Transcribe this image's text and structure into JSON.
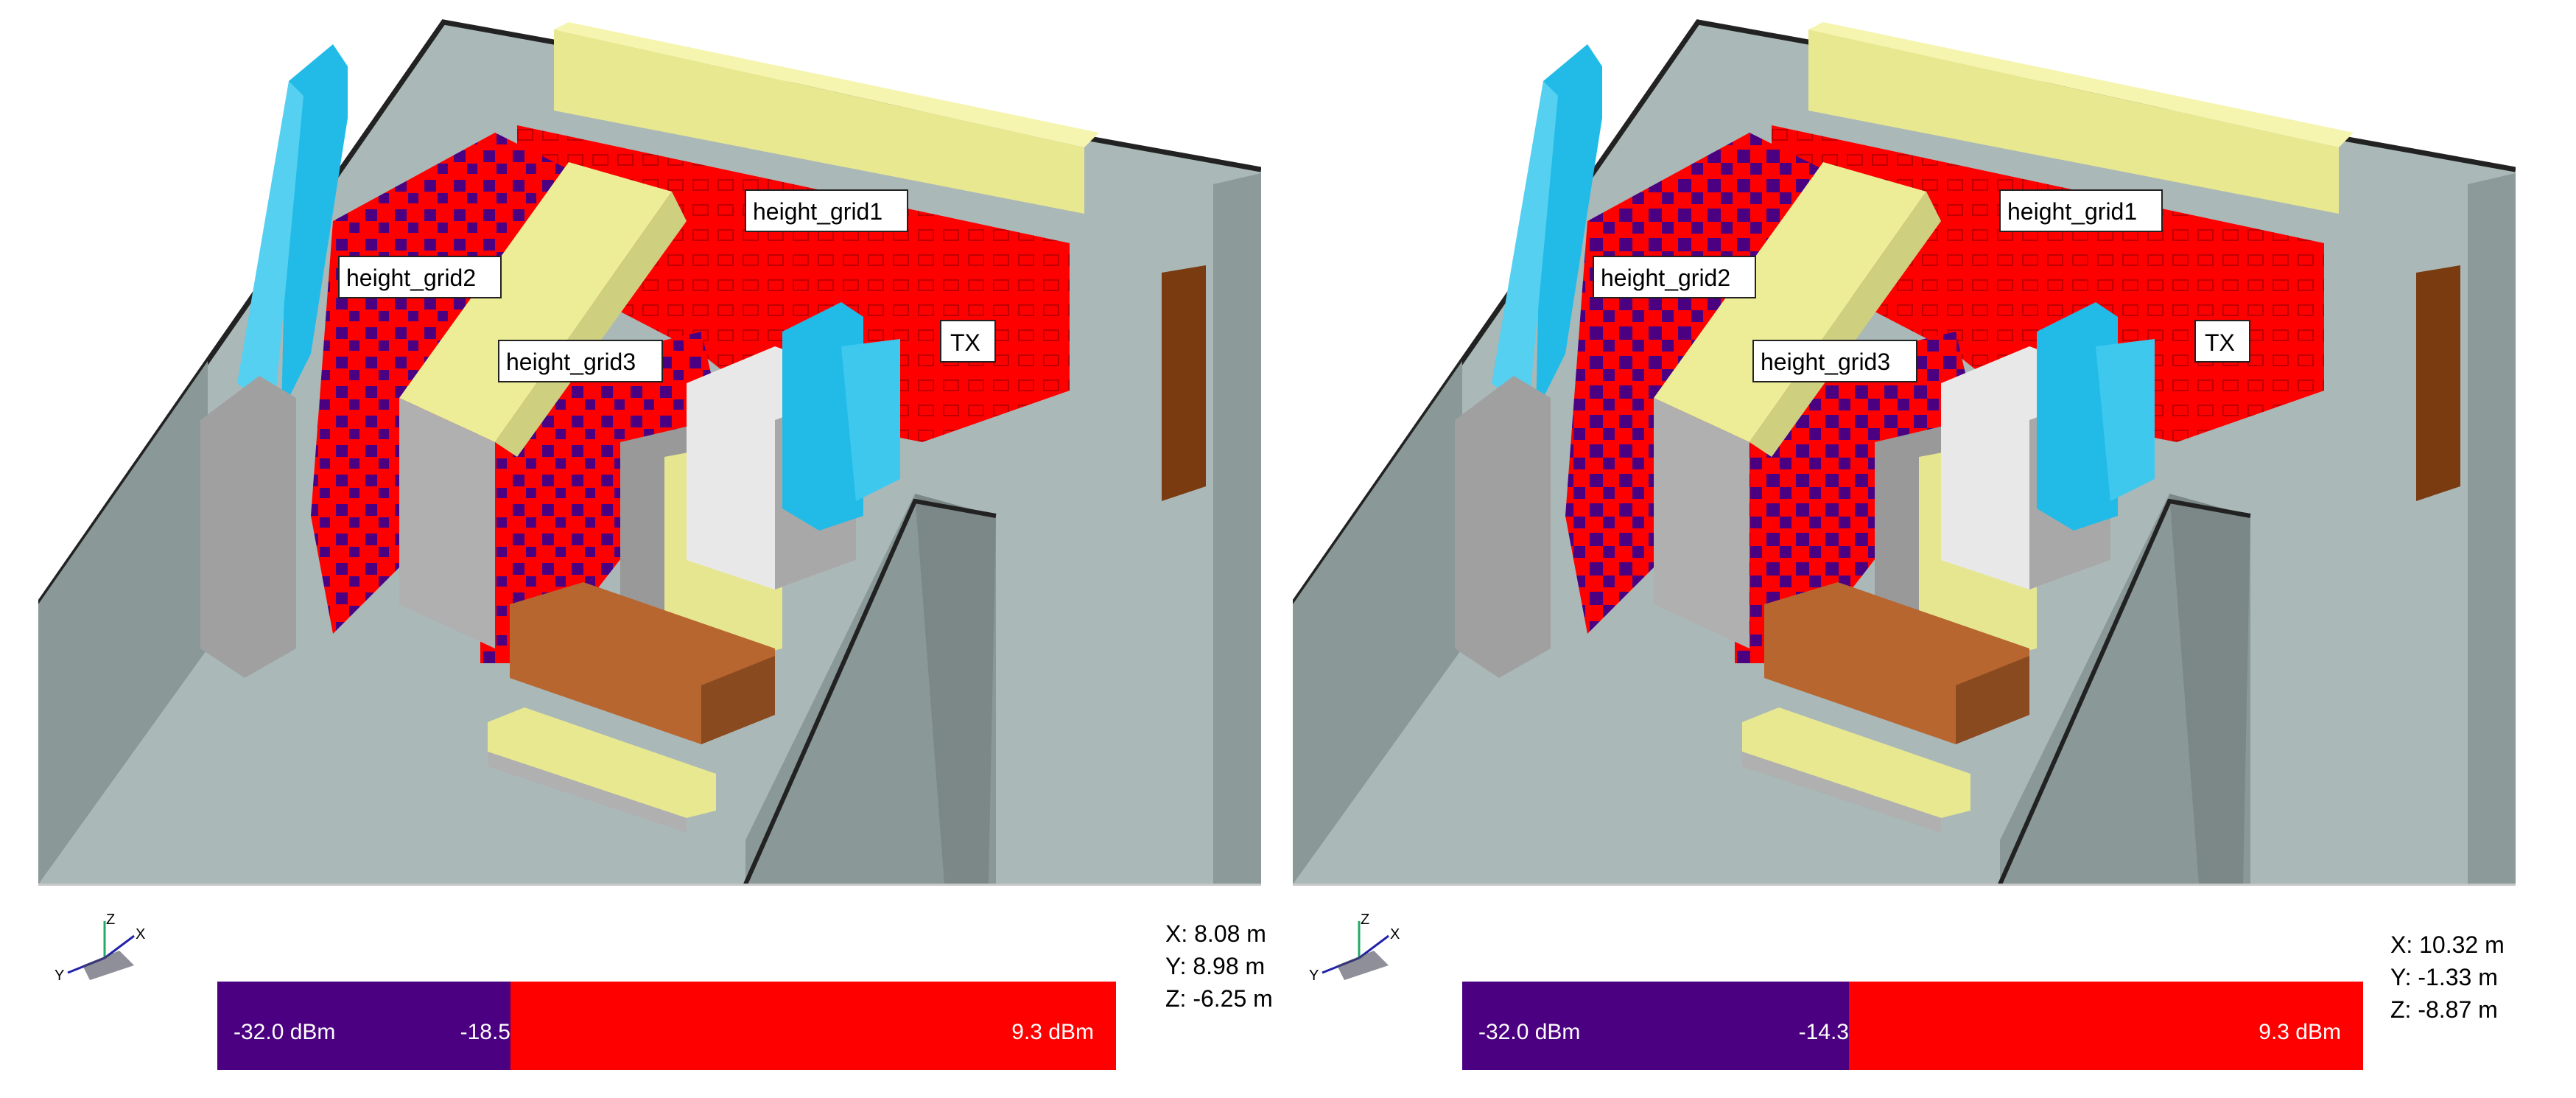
{
  "panels": [
    {
      "labels": {
        "grid1": "height_grid1",
        "grid2": "height_grid2",
        "grid3": "height_grid3",
        "tx": "TX"
      },
      "colorbar": {
        "min_label": "-32.0 dBm",
        "mid_label": "-18.5",
        "max_label": "9.3 dBm",
        "low_color": "#4a0080",
        "high_color": "#ff0000"
      },
      "coords": {
        "x": "X: 8.08 m",
        "y": "Y: 8.98 m",
        "z": "Z: -6.25 m"
      },
      "triad": {
        "x": "X",
        "y": "Y",
        "z": "Z"
      }
    },
    {
      "labels": {
        "grid1": "height_grid1",
        "grid2": "height_grid2",
        "grid3": "height_grid3",
        "tx": "TX"
      },
      "colorbar": {
        "min_label": "-32.0 dBm",
        "mid_label": "-14.3",
        "max_label": "9.3 dBm",
        "low_color": "#4a0080",
        "high_color": "#ff0000"
      },
      "coords": {
        "x": "X: 10.32 m",
        "y": "Y: -1.33 m",
        "z": "Z: -8.87 m"
      },
      "triad": {
        "x": "X",
        "y": "Y",
        "z": "Z"
      }
    }
  ]
}
